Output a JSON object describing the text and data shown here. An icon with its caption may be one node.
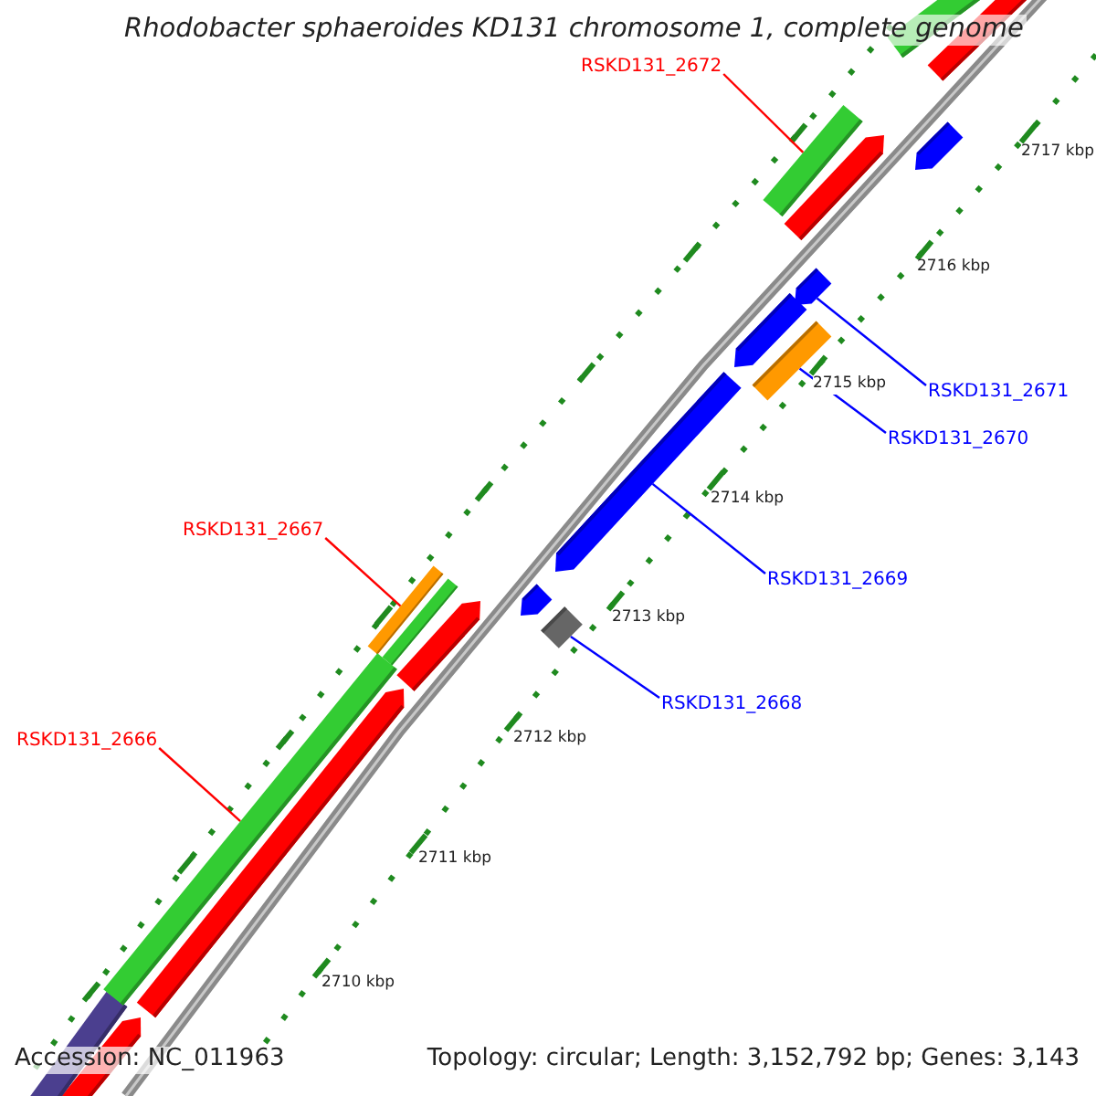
{
  "diagram": {
    "title": "Rhodobacter sphaeroides KD131 chromosome 1, complete genome",
    "nodes": [
      {
        "text": [
          "RSKD131_2672"
        ]
      },
      {
        "text": [],
        "shape": "bar"
      },
      {
        "text": [
          "RSKD131_2671"
        ]
      },
      {
        "text": [],
        "shape": "arrow"
      },
      {
        "text": [
          "RSKD131_2670"
        ]
      },
      {
        "text": [],
        "shape": "bar"
      },
      {
        "text": [
          "RSKD131_2669"
        ]
      },
      {
        "text": [],
        "shape": "arrow"
      },
      {
        "text": [
          "RSKD131_2668"
        ]
      },
      {
        "text": [],
        "shape": "bar"
      },
      {
        "text": [
          "RSKD131_2667"
        ]
      },
      {
        "text": [],
        "shape": "bar"
      },
      {
        "text": [
          "RSKD131_2666"
        ]
      },
      {
        "text": [],
        "shape": "bar"
      }
    ],
    "edges": [
      {
        "from": 0,
        "to": 1,
        "arrow": "none",
        "color": "#ff0000"
      },
      {
        "from": 2,
        "to": 3,
        "arrow": "none"
      },
      {
        "from": 4,
        "to": 5,
        "arrow": "none"
      },
      {
        "from": 6,
        "to": 7,
        "arrow": "none"
      },
      {
        "from": 8,
        "to": 9,
        "arrow": "none"
      },
      {
        "from": 10,
        "to": 11,
        "arrow": "none",
        "color": "#ff0000"
      },
      {
        "from": 12,
        "to": 13,
        "arrow": "none",
        "color": "#ff0000"
      }
    ],
    "labels": [
      "2717 kbp",
      "2716 kbp",
      "2715 kbp",
      "2714 kbp",
      "2713 kbp",
      "2712 kbp",
      "2711 kbp",
      "2710 kbp",
      "Accession: NC_011963",
      "Topology: circular; Length: 3,152,792 bp; Genes: 3,143"
    ]
  }
}
